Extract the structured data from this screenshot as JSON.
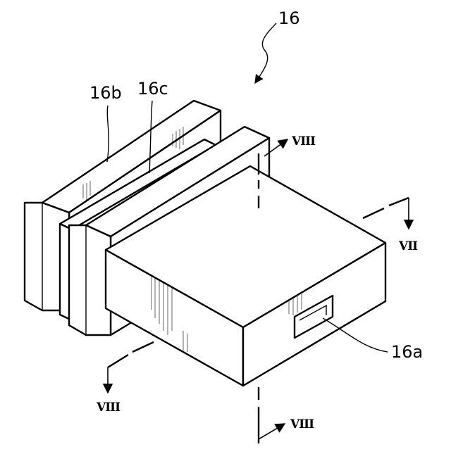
{
  "labels": {
    "assembly": "16",
    "part_a": "16a",
    "part_b": "16b",
    "part_c": "16c"
  },
  "section_marks": {
    "top_right": "VIII",
    "right": "VII",
    "bottom_left": "VIII",
    "bottom_center": "VIII"
  }
}
